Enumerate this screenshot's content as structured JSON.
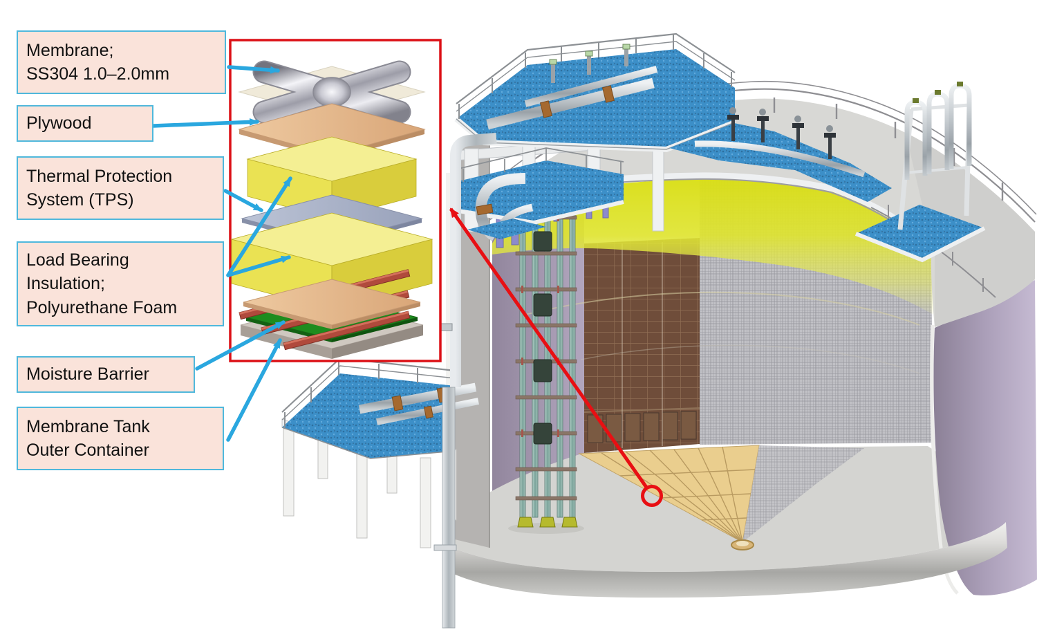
{
  "figure": {
    "description": "Cutaway 3D rendering of a full-containment membrane LNG tank with an exploded detail inset of the floor insulation layer stack",
    "colors": {
      "callout_bg": "#fae3da",
      "callout_border": "#4fb8dc",
      "callout_arrow": "#2aa7df",
      "inset_border": "#dc1016",
      "detail_arrow_red": "#e80f13",
      "foam_yellow": "#efe96d",
      "plywood_tan": "#e2b183",
      "tps_gray_blue": "#a8b0c6",
      "moisture_green": "#1e8c1e",
      "concrete_gray": "#cfc8c0",
      "tank_outer_purple": "#ab9fb9",
      "interior_glow_yellow": "#dfe430",
      "deck_blue": "#3c8fc8",
      "insulation_wall_brown": "#6f4d3a"
    },
    "callouts": [
      {
        "id": "membrane",
        "lines": [
          "Membrane;",
          "SS304 1.0–2.0mm"
        ]
      },
      {
        "id": "plywood",
        "lines": [
          "Plywood"
        ]
      },
      {
        "id": "tps",
        "lines": [
          "Thermal Protection",
          "System (TPS)"
        ]
      },
      {
        "id": "load-bearing",
        "lines": [
          "Load Bearing",
          "Insulation;",
          "Polyurethane Foam"
        ]
      },
      {
        "id": "moisture",
        "lines": [
          "Moisture Barrier"
        ]
      },
      {
        "id": "outer-container",
        "lines": [
          "Membrane Tank",
          "Outer Container"
        ]
      }
    ],
    "inset": {
      "layer_names": [
        "corrugated-membrane-sheet",
        "plywood-sheet-upper",
        "polyurethane-foam-upper",
        "tps-sheet",
        "polyurethane-foam-lower",
        "plywood-sheet-lower",
        "mastic-strips",
        "moisture-barrier-sheet",
        "concrete-outer-container"
      ]
    },
    "tank_part_names": [
      "roof-ring",
      "roof-platform",
      "rim-walkway",
      "pipe-rack-loops",
      "pump-tower",
      "insulation-wall",
      "membrane-mesh-wall",
      "floor-panel-wedge",
      "outer-concrete-wall",
      "external-pipe-platform",
      "riser-pipes"
    ]
  }
}
